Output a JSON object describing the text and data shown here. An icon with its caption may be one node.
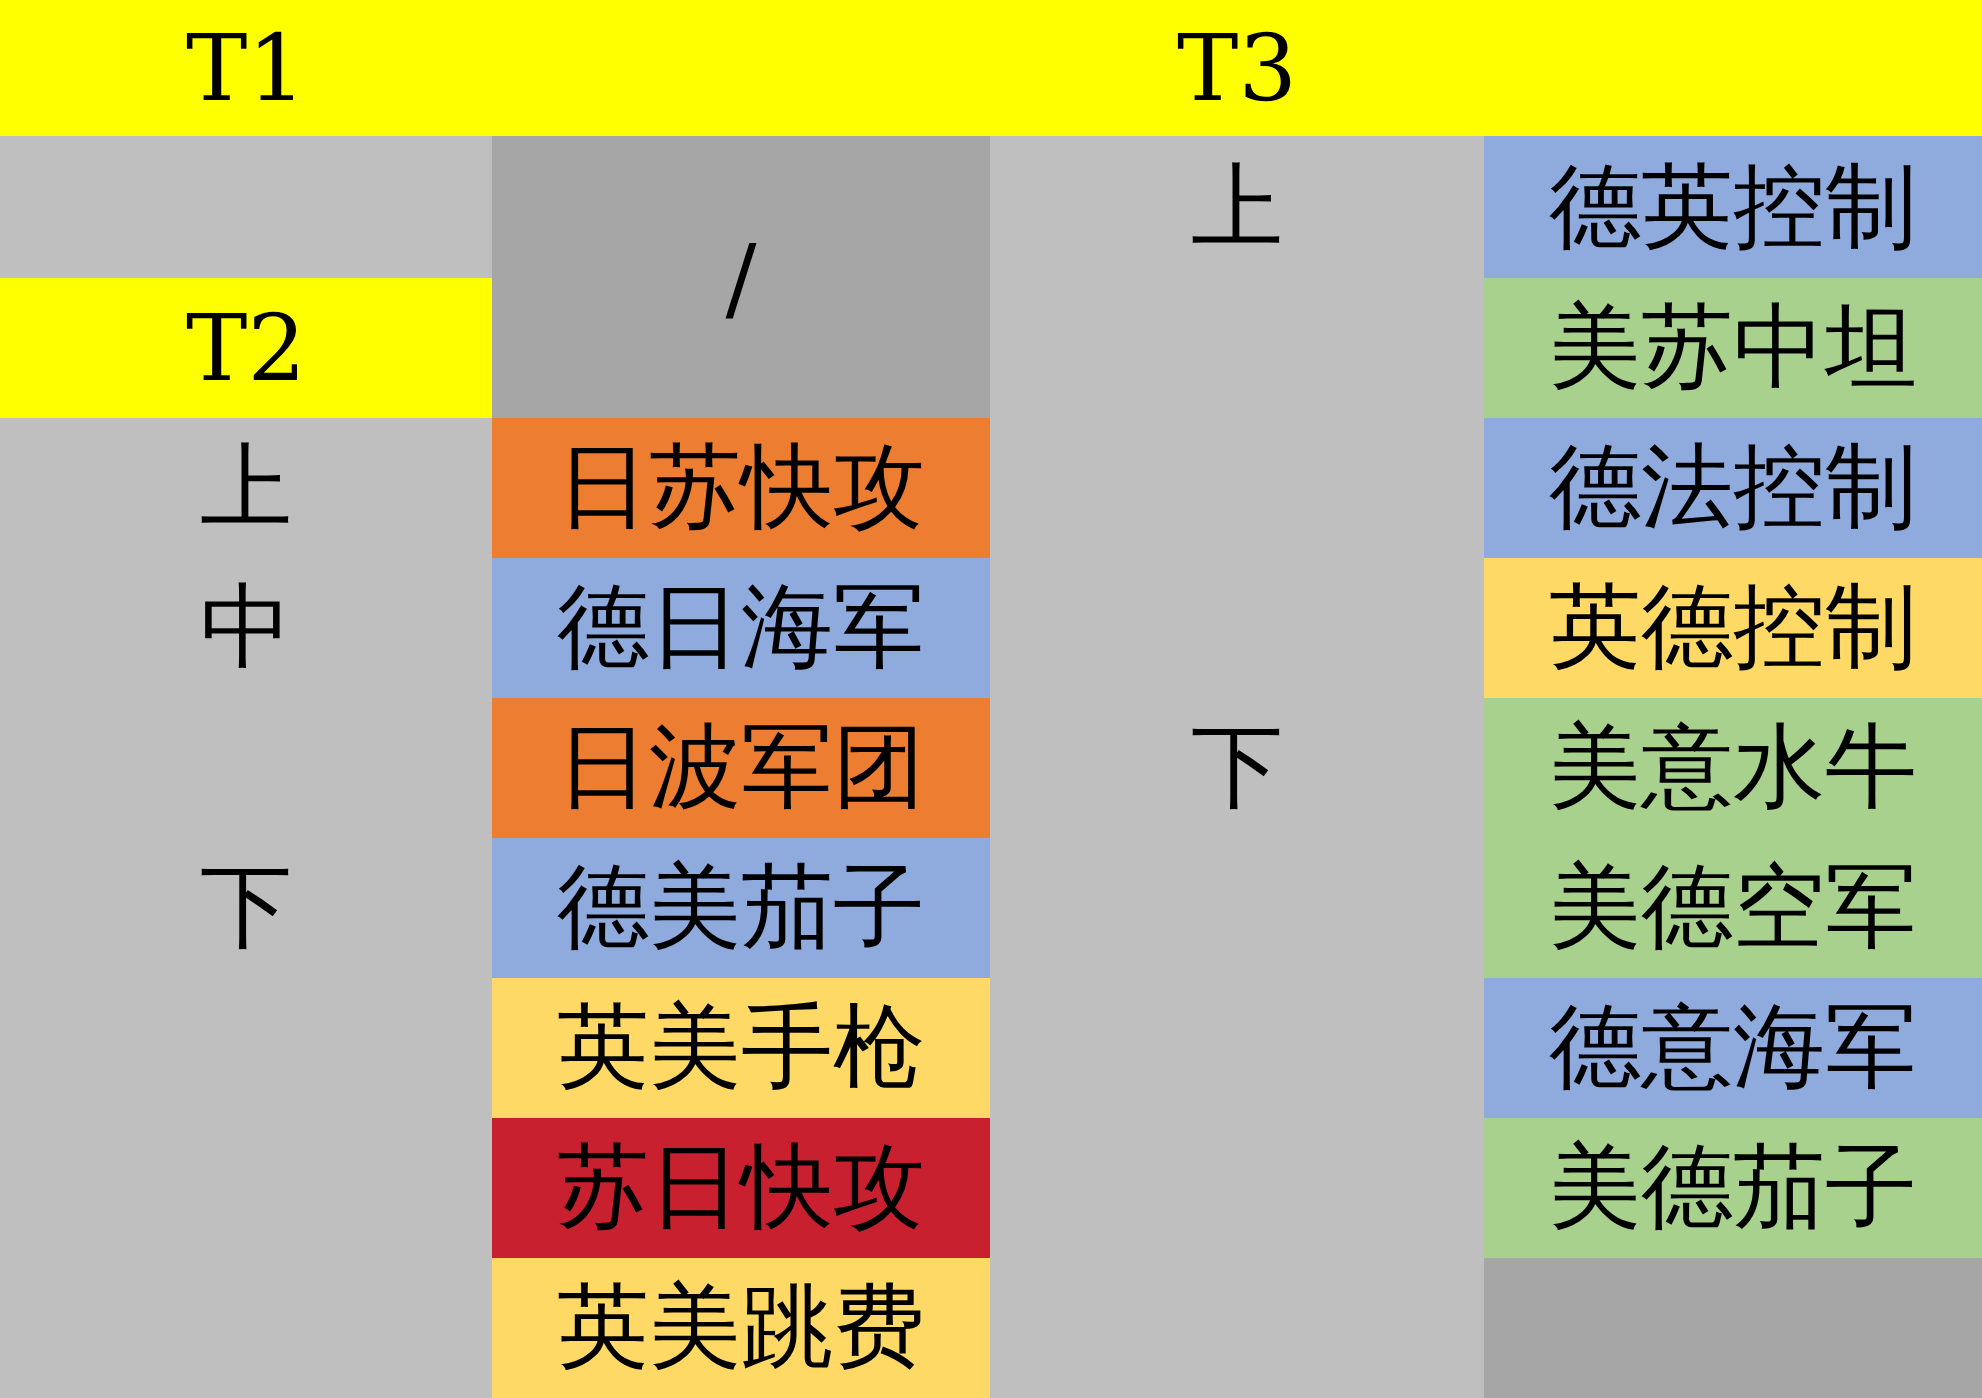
{
  "diagram": {
    "labels": [
      "T1",
      "T3",
      "/",
      "上",
      "德英控制",
      "T2",
      "美苏中坦",
      "上",
      "日苏快攻",
      "德法控制",
      "中",
      "德日海军",
      "英德控制",
      "日波军团",
      "下",
      "美意水牛",
      "下",
      "德美茄子",
      "美德空军",
      "英美手枪",
      "德意海军",
      "苏日快攻",
      "美德茄子",
      "英美跳费"
    ]
  }
}
